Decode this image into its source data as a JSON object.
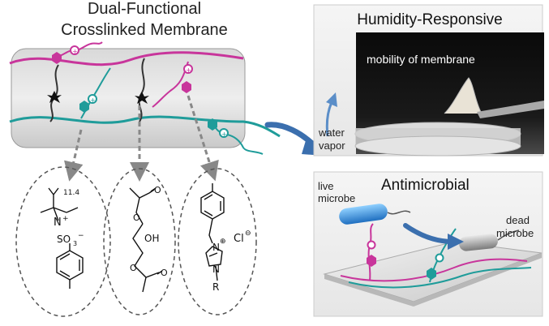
{
  "left": {
    "title_line1": "Dual-Functional",
    "title_line2": "Crosslinked Membrane"
  },
  "humidity_panel": {
    "title": "Humidity-Responsive",
    "caption": "mobility of membrane",
    "water_line1": "water",
    "water_line2": "vapor"
  },
  "antimicrobial_panel": {
    "title": "Antimicrobial",
    "live_line1": "live",
    "live_line2": "microbe",
    "dead_line1": "dead",
    "dead_line2": "microbe"
  },
  "structures": {
    "s1_sub": "11.4",
    "s1_n": "N",
    "s1_so3": "SO",
    "s1_so3_sub": "3",
    "s2_oh": "OH",
    "s3_n": "N",
    "s3_cl": "Cl",
    "s3_r": "R"
  },
  "colors": {
    "magenta": "#c8359b",
    "teal": "#1f9c9a",
    "arrow_blue": "#3b6fae"
  }
}
